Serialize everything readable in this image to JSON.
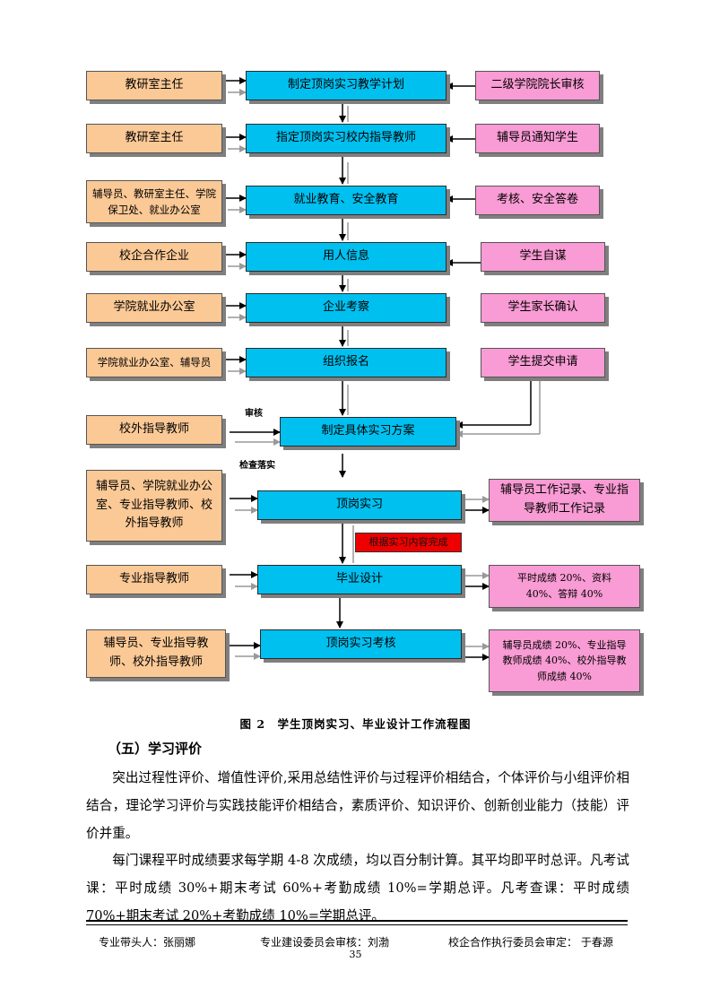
{
  "flowchart": {
    "rows": [
      {
        "left": "教研室主任",
        "center": "制定顶岗实习教学计划",
        "right": "二级学院院长审核"
      },
      {
        "left": "教研室主任",
        "center": "指定顶岗实习校内指导教师",
        "right": "辅导员通知学生"
      },
      {
        "left": "辅导员、教研室主任、学院保卫处、就业办公室",
        "center": "就业教育、安全教育",
        "right": "考核、安全答卷"
      },
      {
        "left": "校企合作企业",
        "center": "用人信息",
        "right": "学生自谋"
      },
      {
        "left": "学院就业办公室",
        "center": "企业考察",
        "right": "学生家长确认"
      },
      {
        "left": "学院就业办公室、辅导员",
        "center": "组织报名",
        "right": "学生提交申请"
      },
      {
        "left": "校外指导教师",
        "center": "制定具体实习方案"
      },
      {
        "left": "辅导员、学院就业办公室、专业指导教师、校外指导教师",
        "center": "顶岗实习",
        "right": "辅导员工作记录、专业指导教师工作记录"
      },
      {
        "left": "专业指导教师",
        "center": "毕业设计",
        "right": "平时成绩 20%、资料 40%、答辩 40%"
      },
      {
        "left": "辅导员、专业指导教师、校外指导教师",
        "center": "顶岗实习考核",
        "right": "辅导员成绩 20%、专业指导教师成绩 40%、校外指导教师成绩 40%"
      }
    ],
    "note_audit": "审核",
    "note_check": "检查落实",
    "red_note": "根据实习内容完成"
  },
  "caption": "图 2　学生顶岗实习、毕业设计工作流程图",
  "section_heading": "（五）学习评价",
  "paragraphs": [
    "突出过程性评价、增值性评价,采用总结性评价与过程评价相结合，个体评价与小组评价相结合，理论学习评价与实践技能评价相结合，素质评价、知识评价、创新创业能力（技能）评价并重。",
    "每门课程平时成绩要求每学期 4-8 次成绩，均以百分制计算。其平均即平时总评。凡考试课：平时成绩 30%+期末考试 60%+考勤成绩 10%=学期总评。凡考查课：平时成绩 70%+期末考试 20%+考勤成绩 10%=学期总评。"
  ],
  "footer": {
    "leader": "专业带头人：张丽娜",
    "committee": "专业建设委员会审核：刘渤",
    "enterprise": "校企合作执行委员会审定：  于春源",
    "page_number": "35"
  }
}
